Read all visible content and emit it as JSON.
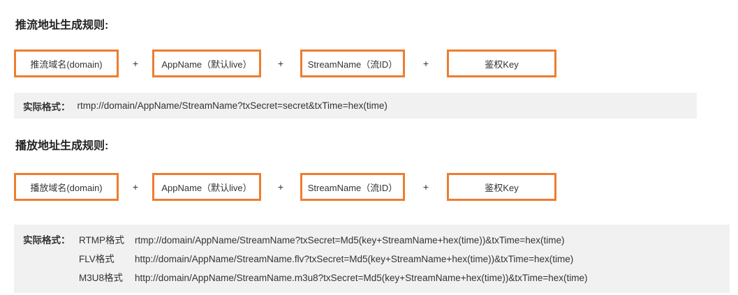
{
  "colors": {
    "accent_orange": "#EE7D2F",
    "bar_background": "#F1F1F1",
    "heading_text": "#222222",
    "body_text": "#333333"
  },
  "push": {
    "title": "推流地址生成规则:",
    "plus": "+",
    "boxes": [
      "推流域名(domain)",
      "AppName（默认live）",
      "StreamName（流ID）",
      "鉴权Key"
    ],
    "format": {
      "label": "实际格式：",
      "url": "rtmp://domain/AppName/StreamName?txSecret=secret&txTime=hex(time)"
    }
  },
  "play": {
    "title": "播放地址生成规则:",
    "plus": "+",
    "boxes": [
      "播放域名(domain)",
      "AppName（默认live）",
      "StreamName（流ID）",
      "鉴权Key"
    ],
    "format": {
      "label": "实际格式：",
      "rows": [
        {
          "name": "RTMP格式",
          "url": "rtmp://domain/AppName/StreamName?txSecret=Md5(key+StreamName+hex(time))&txTime=hex(time)"
        },
        {
          "name": "FLV格式",
          "url": "http://domain/AppName/StreamName.flv?txSecret=Md5(key+StreamName+hex(time))&txTime=hex(time)"
        },
        {
          "name": "M3U8格式",
          "url": "http://domain/AppName/StreamName.m3u8?txSecret=Md5(key+StreamName+hex(time))&txTime=hex(time)"
        }
      ]
    }
  }
}
